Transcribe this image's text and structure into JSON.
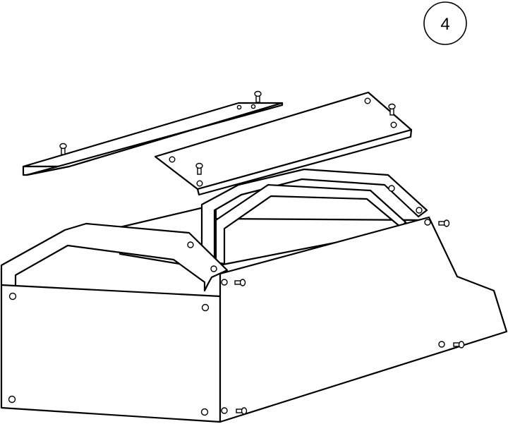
{
  "step": {
    "number": "4"
  },
  "colors": {
    "line": "#000000",
    "fill": "#ffffff"
  },
  "parts": [
    "left-end-panel-with-frame",
    "right-end-panel",
    "center-frame",
    "top-rail-narrow",
    "top-rail-wide"
  ]
}
